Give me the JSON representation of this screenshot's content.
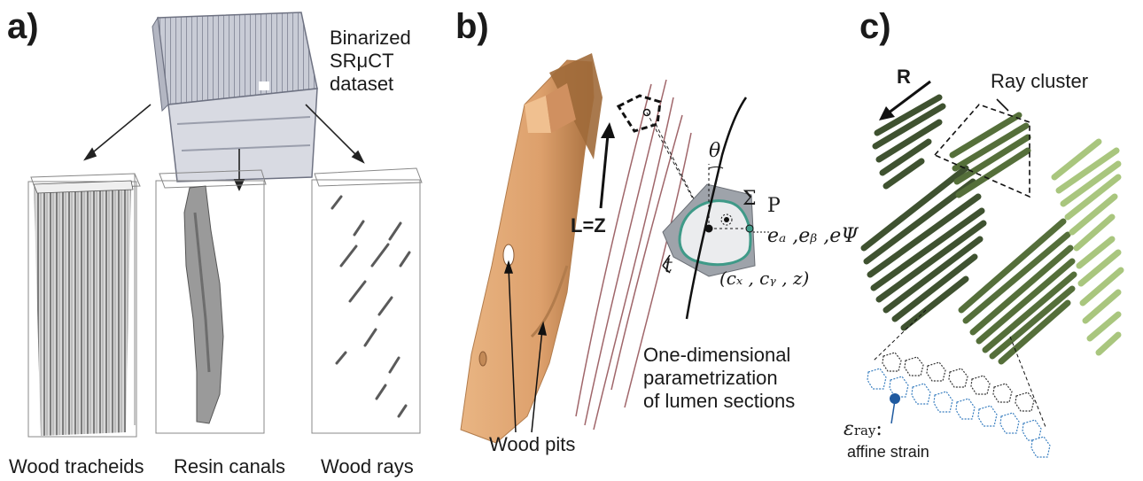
{
  "panel_a": {
    "label": "a)",
    "source_note": [
      "Binarized",
      "SRμCT",
      "dataset"
    ],
    "captions": {
      "tracheids": "Wood tracheids",
      "canals": "Resin canals",
      "rays": "Wood rays"
    }
  },
  "panel_b": {
    "label": "b)",
    "axis_label": "L=Z",
    "pits_label": "Wood pits",
    "theta": "θ",
    "sigma": "Σ",
    "point": "P",
    "t": "t",
    "axes_vars": "eₐ ,eᵦ ,eΨ",
    "center": "(cₓ , cᵧ , z)",
    "description": [
      "One-dimensional",
      "parametrization",
      "of lumen sections"
    ]
  },
  "panel_c": {
    "label": "c)",
    "radial": "R",
    "cluster": "Ray cluster",
    "strain_symbol": "ε",
    "strain_subscript": "ray",
    "strain_label": "affine strain"
  },
  "colors": {
    "wood_brown": "#e8b27f",
    "wood_dark": "#8a5a34",
    "ray_dark": "#3f5230",
    "ray_mid": "#6a8a48",
    "ray_light": "#a8c880",
    "cell_blue": "#3a7fc0",
    "lumen_teal": "#3f9a88"
  }
}
